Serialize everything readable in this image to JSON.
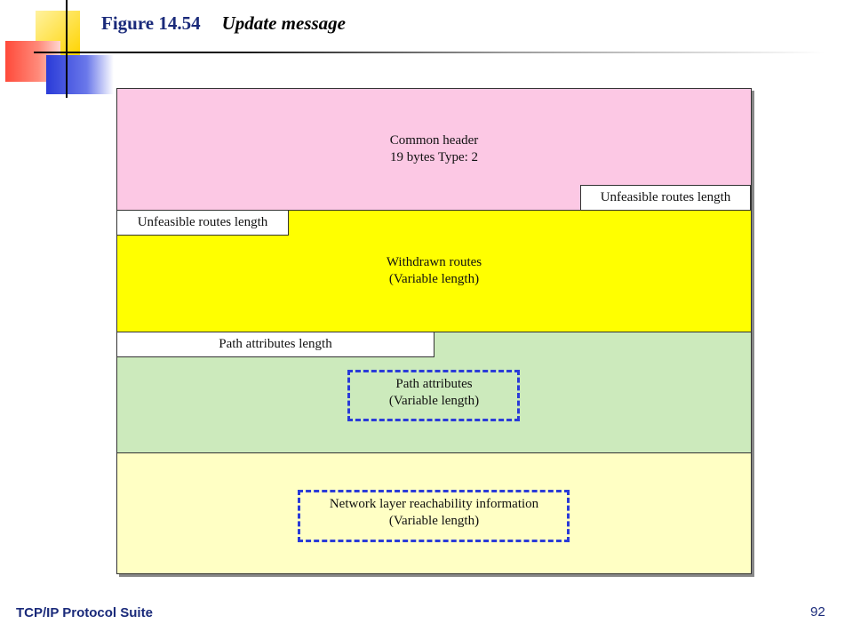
{
  "slide": {
    "figure_number": "Figure 14.54",
    "figure_caption": "Update message",
    "footer_left": "TCP/IP Protocol Suite",
    "page_number": "92"
  },
  "diagram": {
    "common_header": {
      "line1": "Common header",
      "line2": "19 bytes   Type: 2"
    },
    "unfeasible_length_top": "Unfeasible routes length",
    "unfeasible_length_left": "Unfeasible routes length",
    "withdrawn_routes": {
      "line1": "Withdrawn routes",
      "line2": "(Variable length)"
    },
    "path_attributes_length": "Path attributes length",
    "path_attributes": {
      "line1": "Path attributes",
      "line2": "(Variable length)"
    },
    "nlri": {
      "line1": "Network layer reachability information",
      "line2": "(Variable length)"
    }
  },
  "colors": {
    "header_band": "#fcc8e4",
    "withdrawn_band": "#ffff00",
    "path_band": "#cceabc",
    "nlri_band": "#ffffc4",
    "dashed_box": "#2a3bd8",
    "title_blue": "#1a2a7a"
  }
}
